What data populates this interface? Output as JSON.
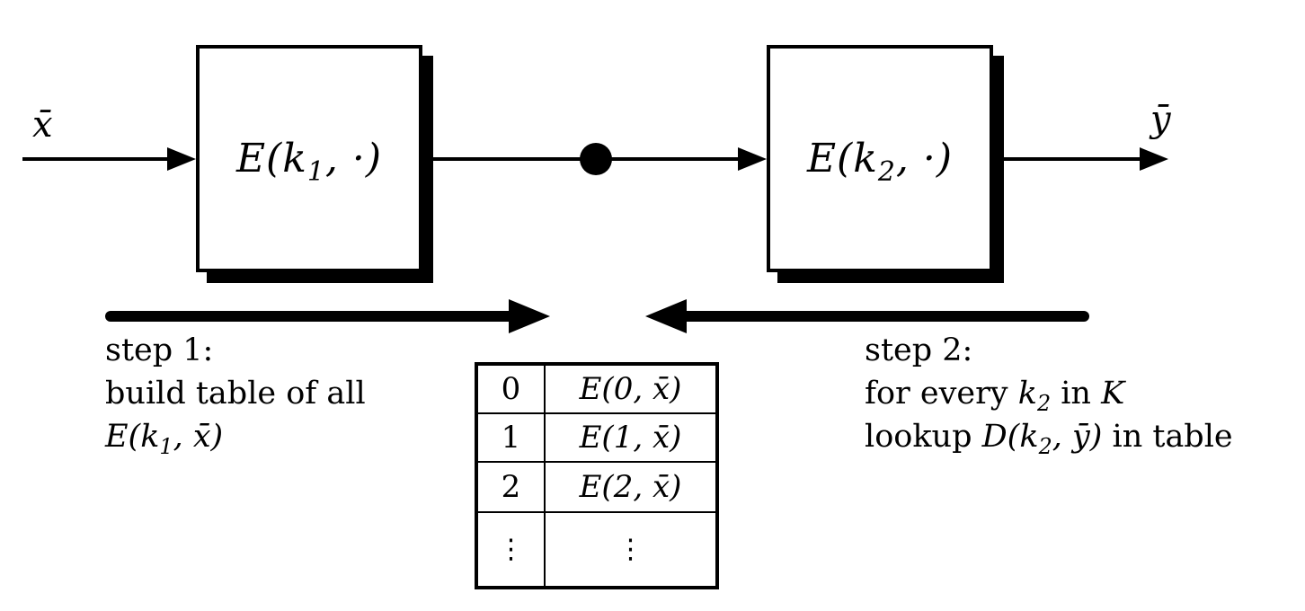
{
  "diagram": {
    "input_label": "x̄",
    "output_label": "ȳ",
    "box1": {
      "a": "E(k",
      "sub": "1",
      "b": ", ·)"
    },
    "box2": {
      "a": "E(k",
      "sub": "2",
      "b": ", ·)"
    }
  },
  "step1": {
    "line1": "step 1:",
    "line2": "build table of all",
    "formula": {
      "a": "E(k",
      "sub": "1",
      "b": ", x̄)"
    }
  },
  "step2": {
    "line1": "step 2:",
    "line2": {
      "a": "for every ",
      "k": "k",
      "sub": "2",
      "b": " in ",
      "keyspace": "K"
    },
    "line3": {
      "a": "lookup ",
      "d": "D(k",
      "sub": "2",
      "b": ", ȳ)",
      "c": " in table"
    }
  },
  "table": {
    "rows": [
      {
        "key": "0",
        "value": "E(0, x̄)"
      },
      {
        "key": "1",
        "value": "E(1, x̄)"
      },
      {
        "key": "2",
        "value": "E(2, x̄)"
      },
      {
        "key": "⋮",
        "value": "⋮"
      }
    ]
  }
}
